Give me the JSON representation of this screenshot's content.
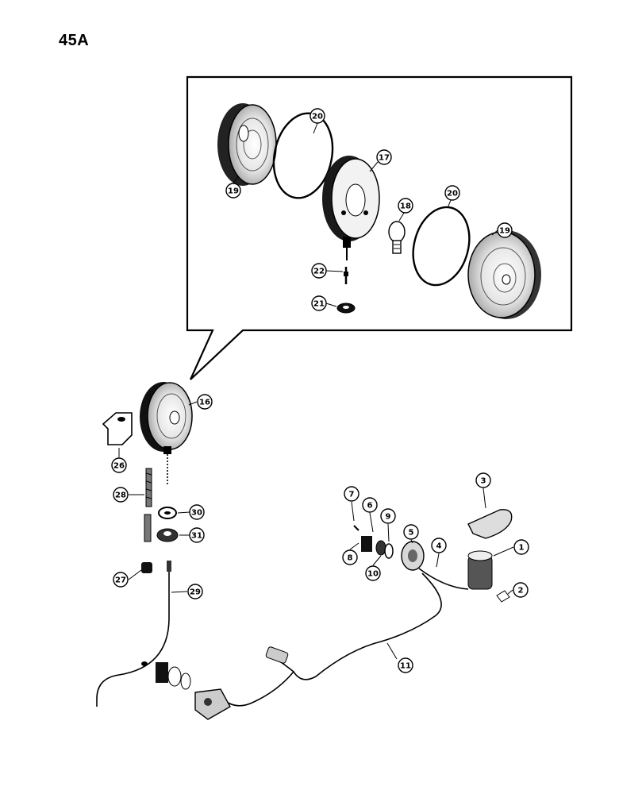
{
  "page_number": "45A",
  "callouts": {
    "c1": "1",
    "c2": "2",
    "c3": "3",
    "c4": "4",
    "c5": "5",
    "c6": "6",
    "c7": "7",
    "c8": "8",
    "c9": "9",
    "c10": "10",
    "c11": "11",
    "c16": "16",
    "c17": "17",
    "c18": "18",
    "c19a": "19",
    "c19b": "19",
    "c20a": "20",
    "c20b": "20",
    "c21": "21",
    "c22": "22",
    "c26": "26",
    "c27": "27",
    "c28": "28",
    "c29": "29",
    "c30": "30",
    "c31": "31"
  },
  "colors": {
    "ink": "#000000",
    "paper": "#ffffff",
    "shade": "#d8d8d8"
  }
}
